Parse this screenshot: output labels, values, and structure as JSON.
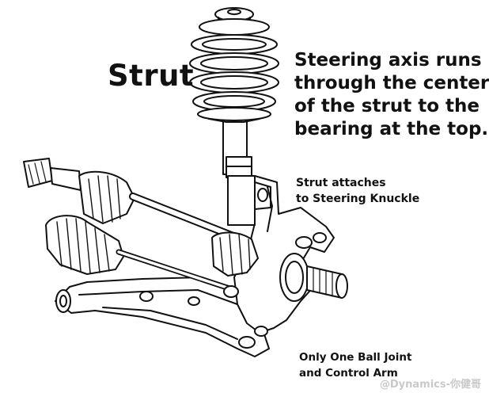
{
  "diagram": {
    "title": "Strut",
    "steering_axis_lines": [
      "Steering axis runs",
      "through the center",
      "of the strut to the",
      "bearing at the top."
    ],
    "strut_attach_lines": [
      "Strut attaches",
      "to Steering Knuckle"
    ],
    "ball_joint_lines": [
      "Only One Ball Joint",
      "and Control Arm"
    ],
    "watermark": "@Dynamics-你健哥"
  },
  "colors": {
    "ink": "#111111",
    "paper": "#ffffff",
    "shade": "#e4e4e4",
    "watermark": "#c9c9c9"
  },
  "icons": [
    "coil-spring-icon",
    "axle-shaft-icon",
    "tie-rod-icon",
    "control-arm-icon",
    "steering-knuckle-icon"
  ]
}
